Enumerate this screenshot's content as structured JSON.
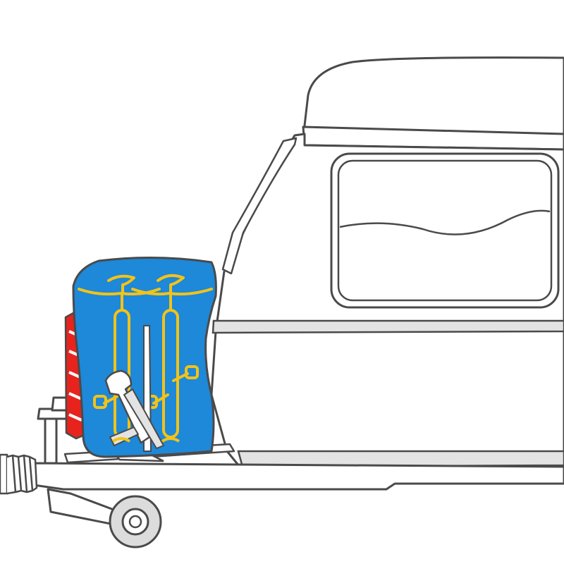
{
  "colors": {
    "background": "#ffffff",
    "outline": "#4a4a4a",
    "caravan_fill": "#ffffff",
    "stripe_fill": "#e3e3e3",
    "cover_blue": "#1e88d9",
    "bike_yellow": "#f2c318",
    "light_red": "#e8231d",
    "metal_gray": "#dcdcdc"
  },
  "parts": {
    "caravan": "caravan-body",
    "cover": "bike-cover",
    "bikes": [
      "bicycle-left",
      "bicycle-right"
    ],
    "carrier": "bike-carrier-rack",
    "drawbar": "tow-drawbar",
    "wheel": "jockey-wheel",
    "bellows": "coupling-bellows",
    "lamp": "rear-light"
  }
}
